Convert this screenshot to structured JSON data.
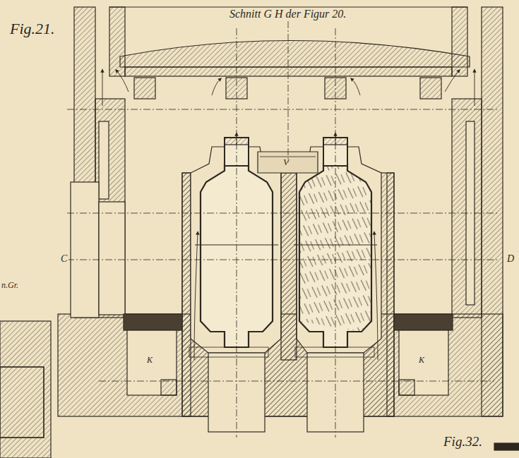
{
  "diagram": {
    "title": "Schnitt G H der Figur 20.",
    "labels": [
      "Fig.21.",
      "V",
      "C",
      "D",
      "n.Gr.",
      "K",
      "K",
      "Fig.32."
    ]
  }
}
